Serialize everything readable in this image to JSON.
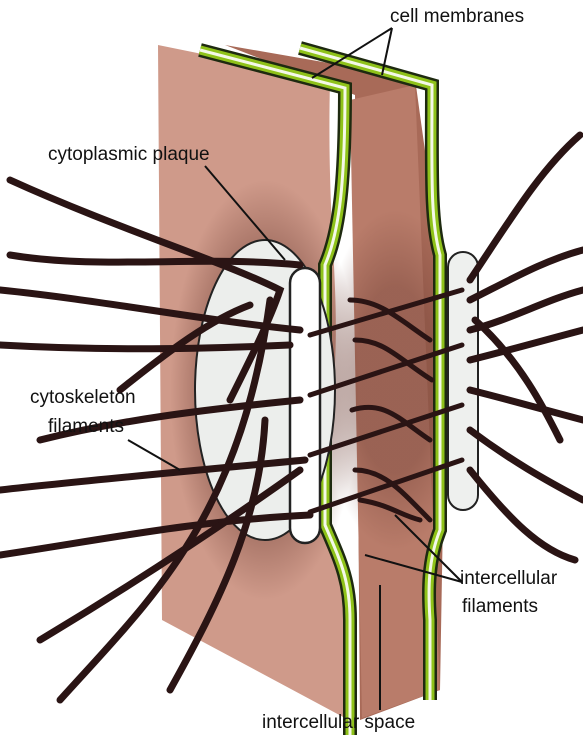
{
  "labels": {
    "cell_membranes": "cell membranes",
    "cytoplasmic_plaque": "cytoplasmic plaque",
    "cytoskeleton_line1": "cytoskeleton",
    "cytoskeleton_line2": "filaments",
    "intercellular_filaments_line1": "intercellular",
    "intercellular_filaments_line2": "filaments",
    "intercellular_space": "intercellular space"
  },
  "colors": {
    "left_cell": "#cf9a8a",
    "right_cell": "#a86a58",
    "membrane_green": "#8fc21a",
    "membrane_dark": "#1e2a10",
    "plaque": "#eef0ee",
    "filament": "#2a1414"
  }
}
